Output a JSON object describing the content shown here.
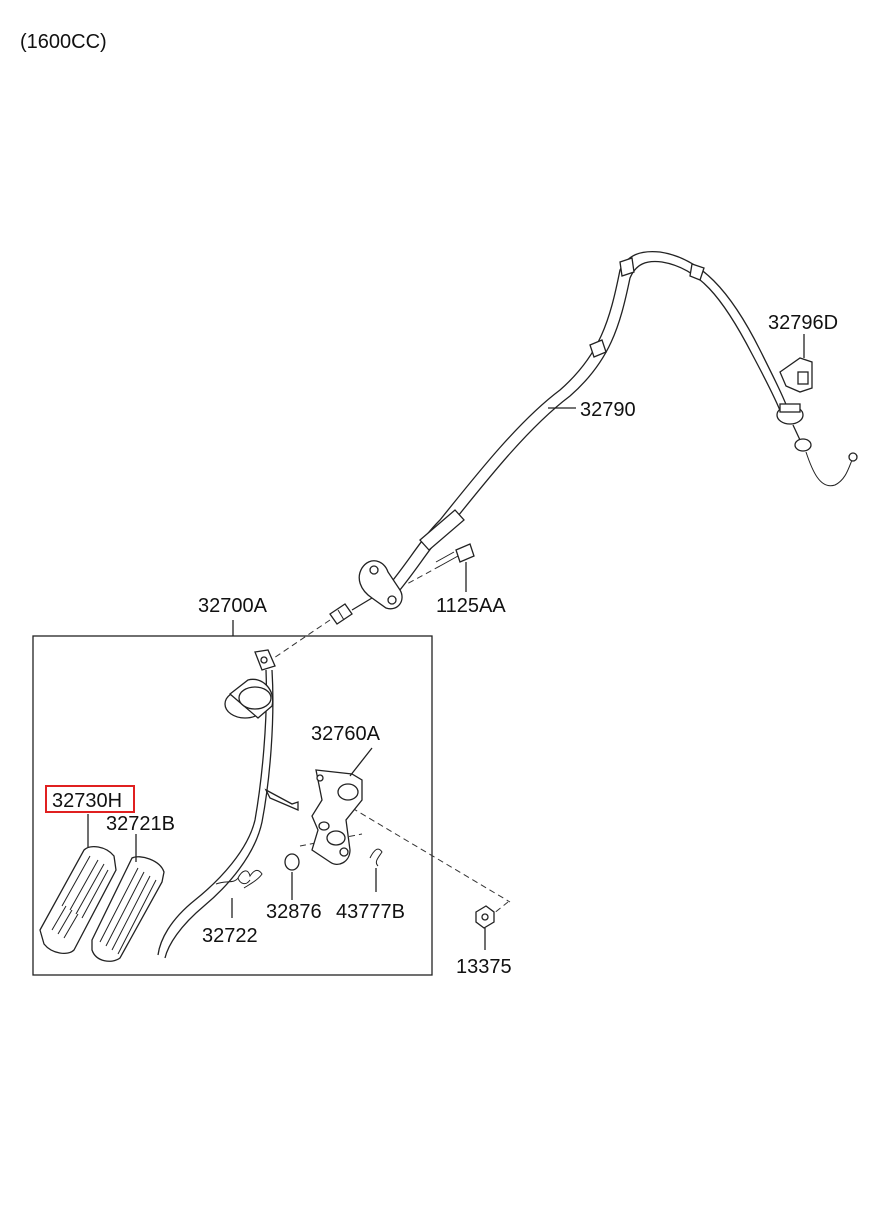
{
  "diagram": {
    "variant_label": "(1600CC)",
    "highlight_color": "#e02020",
    "parts": {
      "p32796D": "32796D",
      "p32790": "32790",
      "p1125AA": "1125AA",
      "p32700A": "32700A",
      "p32760A": "32760A",
      "p32730H": "32730H",
      "p32721B": "32721B",
      "p32722": "32722",
      "p32876": "32876",
      "p43777B": "43777B",
      "p13375": "13375"
    },
    "highlighted_part": "32730H"
  }
}
